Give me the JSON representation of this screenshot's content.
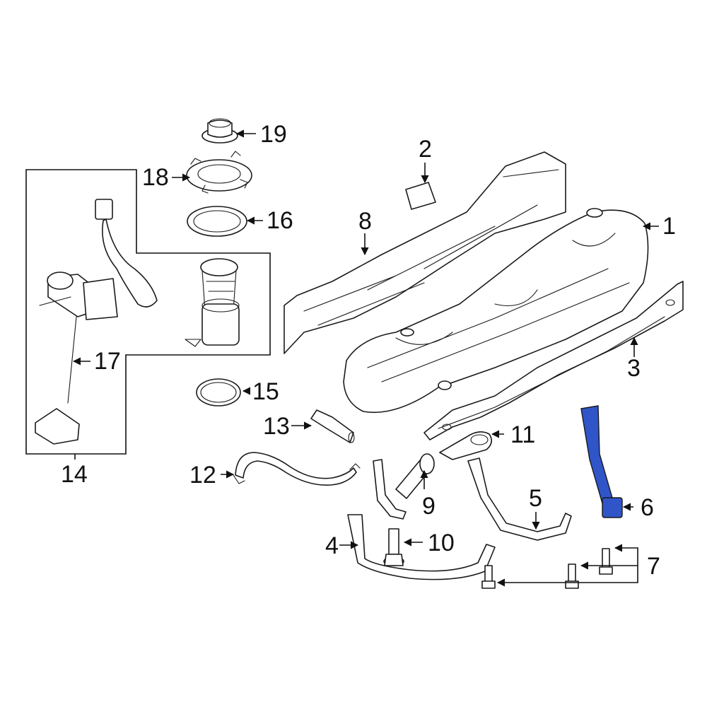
{
  "diagram": {
    "highlight_color": "#2f55c8",
    "line_color": "#1a1a1a",
    "callouts": [
      {
        "id": "1",
        "label": "1"
      },
      {
        "id": "2",
        "label": "2"
      },
      {
        "id": "3",
        "label": "3"
      },
      {
        "id": "4",
        "label": "4"
      },
      {
        "id": "5",
        "label": "5"
      },
      {
        "id": "6",
        "label": "6"
      },
      {
        "id": "7",
        "label": "7"
      },
      {
        "id": "8",
        "label": "8"
      },
      {
        "id": "9",
        "label": "9"
      },
      {
        "id": "10",
        "label": "10"
      },
      {
        "id": "11",
        "label": "11"
      },
      {
        "id": "12",
        "label": "12"
      },
      {
        "id": "13",
        "label": "13"
      },
      {
        "id": "14",
        "label": "14"
      },
      {
        "id": "15",
        "label": "15"
      },
      {
        "id": "16",
        "label": "16"
      },
      {
        "id": "17",
        "label": "17"
      },
      {
        "id": "18",
        "label": "18"
      },
      {
        "id": "19",
        "label": "19"
      }
    ]
  }
}
